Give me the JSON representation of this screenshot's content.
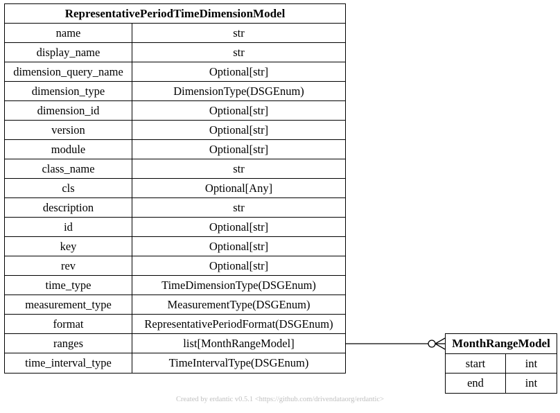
{
  "main_entity": {
    "title": "RepresentativePeriodTimeDimensionModel",
    "fields": [
      {
        "name": "name",
        "type": "str"
      },
      {
        "name": "display_name",
        "type": "str"
      },
      {
        "name": "dimension_query_name",
        "type": "Optional[str]"
      },
      {
        "name": "dimension_type",
        "type": "DimensionType(DSGEnum)"
      },
      {
        "name": "dimension_id",
        "type": "Optional[str]"
      },
      {
        "name": "version",
        "type": "Optional[str]"
      },
      {
        "name": "module",
        "type": "Optional[str]"
      },
      {
        "name": "class_name",
        "type": "str"
      },
      {
        "name": "cls",
        "type": "Optional[Any]"
      },
      {
        "name": "description",
        "type": "str"
      },
      {
        "name": "id",
        "type": "Optional[str]"
      },
      {
        "name": "key",
        "type": "Optional[str]"
      },
      {
        "name": "rev",
        "type": "Optional[str]"
      },
      {
        "name": "time_type",
        "type": "TimeDimensionType(DSGEnum)"
      },
      {
        "name": "measurement_type",
        "type": "MeasurementType(DSGEnum)"
      },
      {
        "name": "format",
        "type": "RepresentativePeriodFormat(DSGEnum)"
      },
      {
        "name": "ranges",
        "type": "list[MonthRangeModel]"
      },
      {
        "name": "time_interval_type",
        "type": "TimeIntervalType(DSGEnum)"
      }
    ]
  },
  "ref_entity": {
    "title": "MonthRangeModel",
    "fields": [
      {
        "name": "start",
        "type": "int"
      },
      {
        "name": "end",
        "type": "int"
      }
    ]
  },
  "relationship": {
    "from_field": "ranges",
    "to_entity": "MonthRangeModel",
    "cardinality": "zero-or-many"
  },
  "footer": "Created by erdantic v0.5.1 <https://github.com/drivendataorg/erdantic>",
  "colors": {
    "line": "#000000",
    "footer_text": "#c0c0c0",
    "background": "#ffffff"
  }
}
